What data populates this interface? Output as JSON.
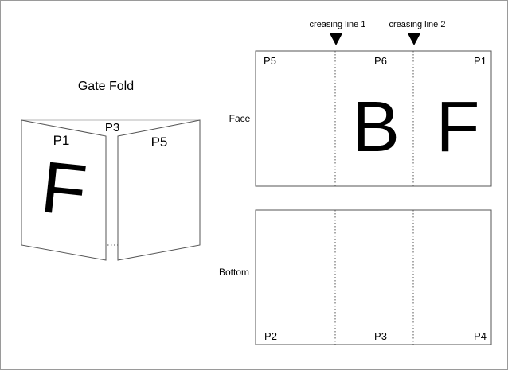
{
  "title": "Gate Fold",
  "gate_fold": {
    "left_panel_label": "P1",
    "right_panel_label": "P5",
    "middle_label": "P3",
    "big_letter": "F"
  },
  "crease_labels": [
    "creasing line 1",
    "creasing line 2"
  ],
  "face": {
    "label": "Face",
    "panels": [
      "P5",
      "P6",
      "P1"
    ],
    "letters": [
      "B",
      "F"
    ]
  },
  "bottom": {
    "label": "Bottom",
    "panels": [
      "P2",
      "P3",
      "P4"
    ]
  }
}
